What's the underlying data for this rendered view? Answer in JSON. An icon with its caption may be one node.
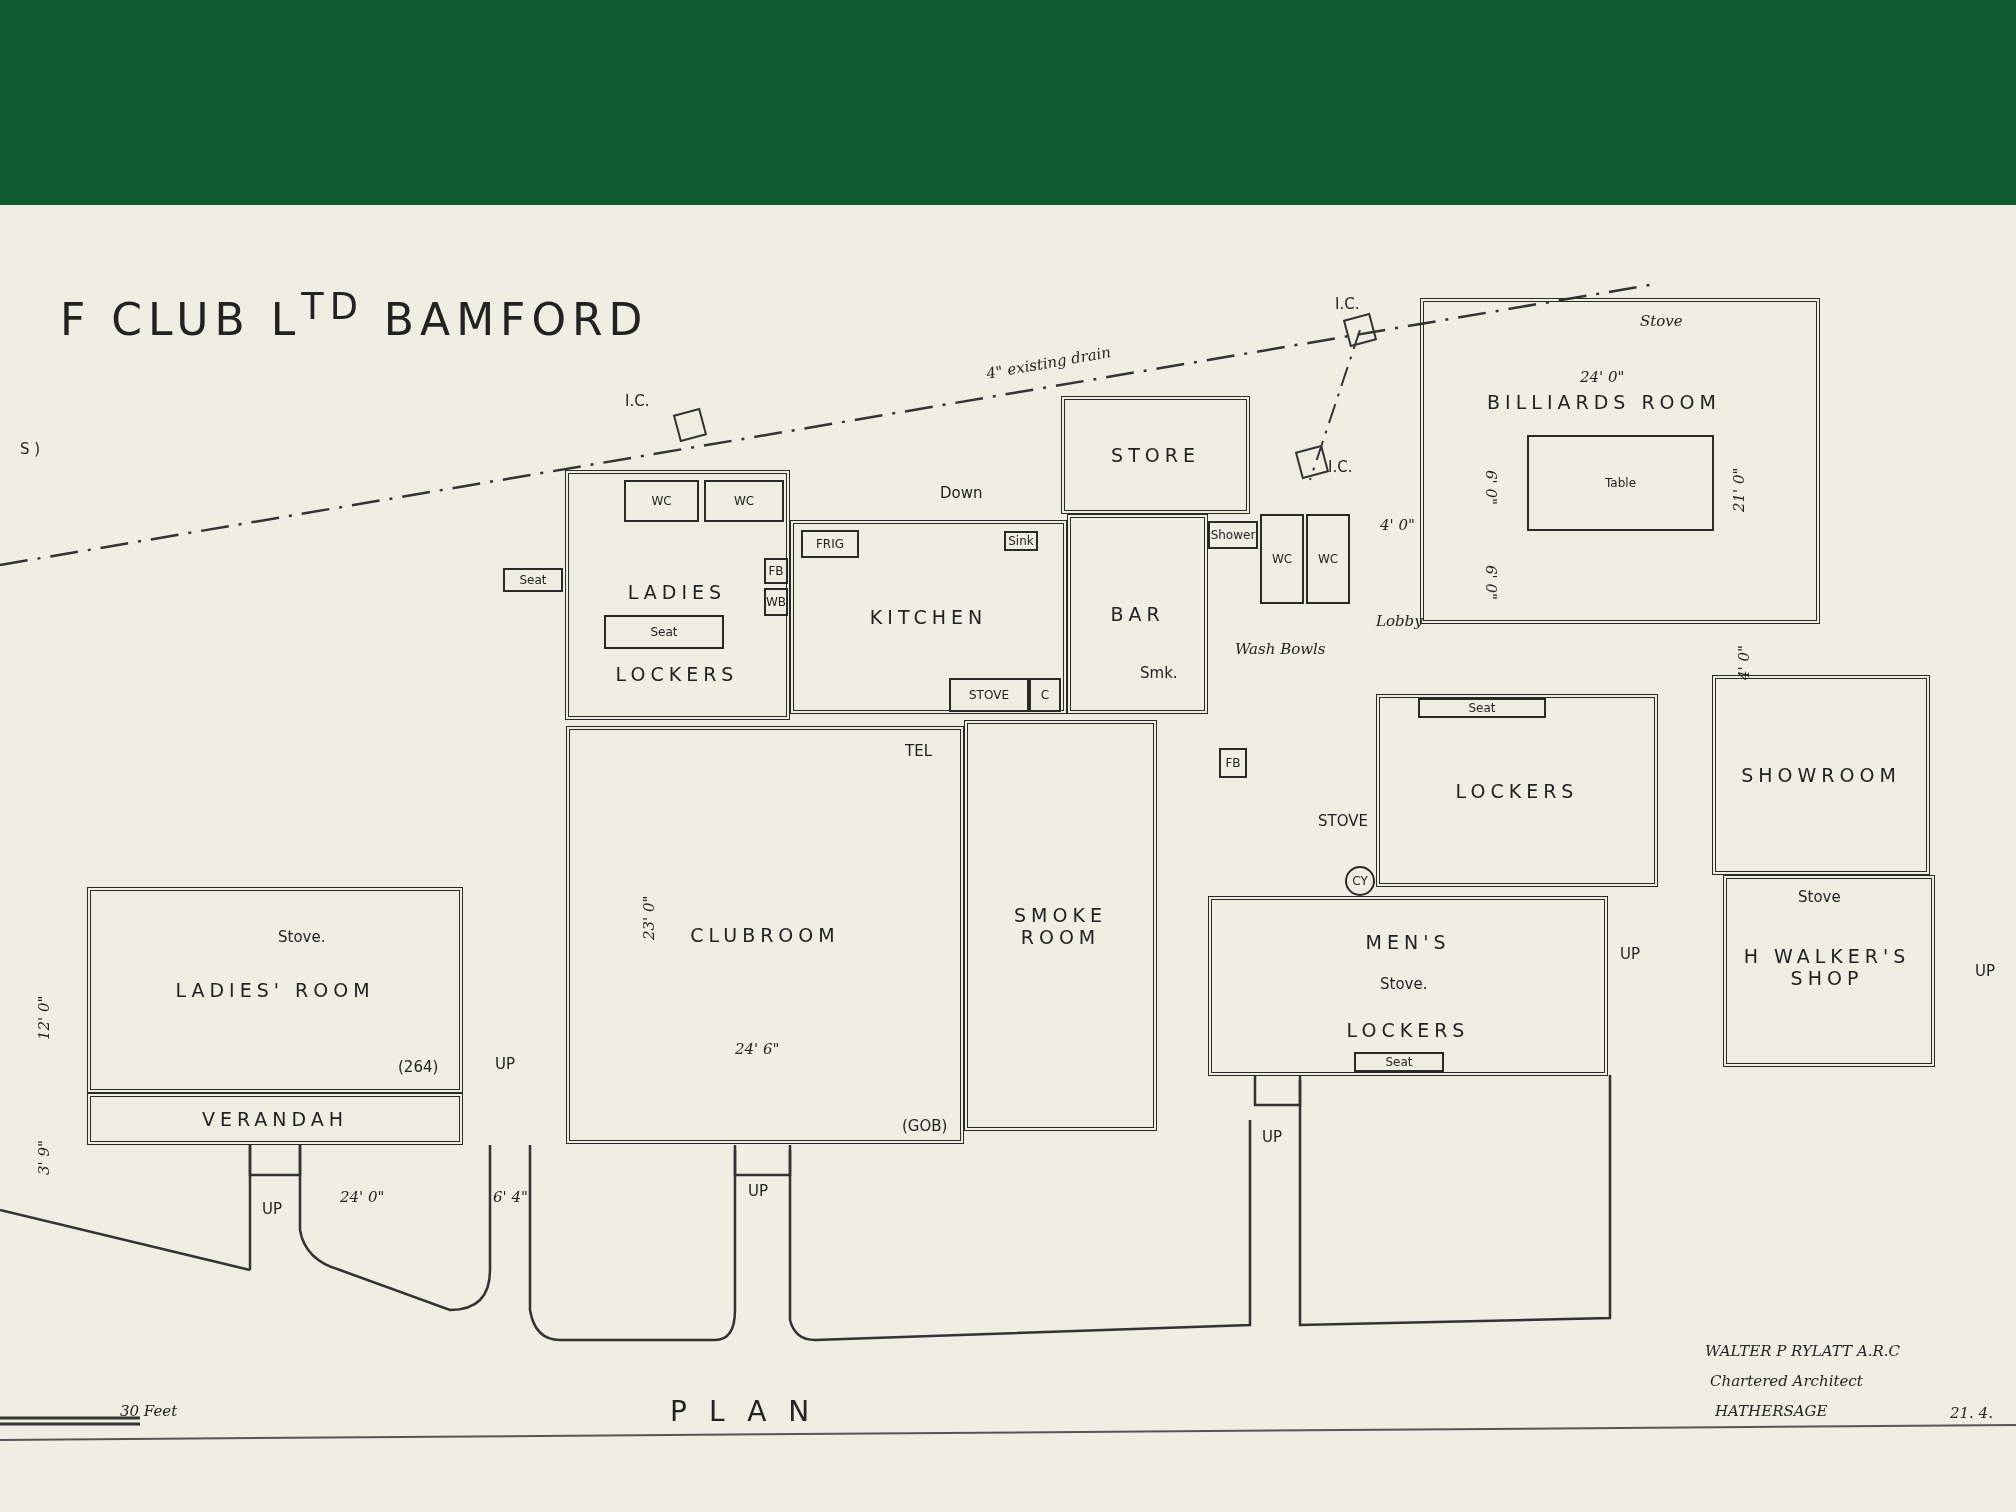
{
  "diagram": {
    "title": "F CLUB L$^{TD}$ BAMFORD",
    "caption": "PLAN",
    "nodes": [
      {
        "text": [
          "LADIES",
          "LOCKERS"
        ]
      },
      {
        "text": [
          "WC"
        ],
        "in": 0
      },
      {
        "text": [
          "WC"
        ],
        "in": 0
      },
      {
        "text": [
          "Seat"
        ],
        "in": 0
      },
      {
        "text": [
          "FB"
        ],
        "in": 0
      },
      {
        "text": [
          "WB"
        ],
        "in": 0
      },
      {
        "text": [
          "Seat"
        ]
      },
      {
        "text": [
          "KITCHEN"
        ]
      },
      {
        "text": [
          "FRIG"
        ],
        "in": 7
      },
      {
        "text": [
          "Sink"
        ],
        "in": 7
      },
      {
        "text": [
          "STOVE"
        ],
        "in": 7
      },
      {
        "text": [
          "C"
        ],
        "in": 7
      },
      {
        "text": [
          "STORE"
        ]
      },
      {
        "text": [
          "BAR"
        ]
      },
      {
        "text": [
          "Shower"
        ]
      },
      {
        "text": [
          "WC"
        ]
      },
      {
        "text": [
          "WC"
        ]
      },
      {
        "text": [
          "FB"
        ]
      },
      {
        "text": [
          "CY"
        ]
      },
      {
        "text": [
          "BILLIARDS ROOM"
        ]
      },
      {
        "text": [
          "Table"
        ],
        "in": 19
      },
      {
        "text": [
          "LOCKERS"
        ]
      },
      {
        "text": [
          "Seat"
        ],
        "in": 21
      },
      {
        "text": [
          "SHOWROOM"
        ]
      },
      {
        "text": [
          "H WALKER'S SHOP"
        ]
      },
      {
        "text": [
          "MEN'S",
          "LOCKERS"
        ]
      },
      {
        "text": [
          "Seat"
        ],
        "in": 25
      },
      {
        "text": [
          "CLUBROOM"
        ]
      },
      {
        "text": [
          "SMOKE ROOM"
        ]
      },
      {
        "text": [
          "LADIES' ROOM"
        ]
      },
      {
        "text": [
          "VERANDAH"
        ]
      }
    ],
    "labels": [
      "S )",
      "I.C.",
      "4\" existing drain",
      "I.C.",
      "I.C.",
      "Down",
      "Smk.",
      "TEL",
      "Wash Bowls",
      "STOVE",
      "Lobby",
      "Stove",
      "24' 0\"",
      "6' 0\"",
      "21' 0\"",
      "6' 0\"",
      "4' 0\"",
      "4' 0\"",
      "Stove",
      "UP",
      "UP",
      "Stove.",
      "UP",
      "23' 0\"",
      "24' 6\"",
      "(GOB)",
      "UP",
      "Stove.",
      "12' 0\"",
      "(264)",
      "3' 9\"",
      "UP",
      "UP",
      "24' 0\"",
      "6' 4\"",
      "30 Feet",
      "WALTER P RYLATT A.R.C",
      "Chartered Architect",
      "HATHERSAGE",
      "21. 4."
    ]
  }
}
